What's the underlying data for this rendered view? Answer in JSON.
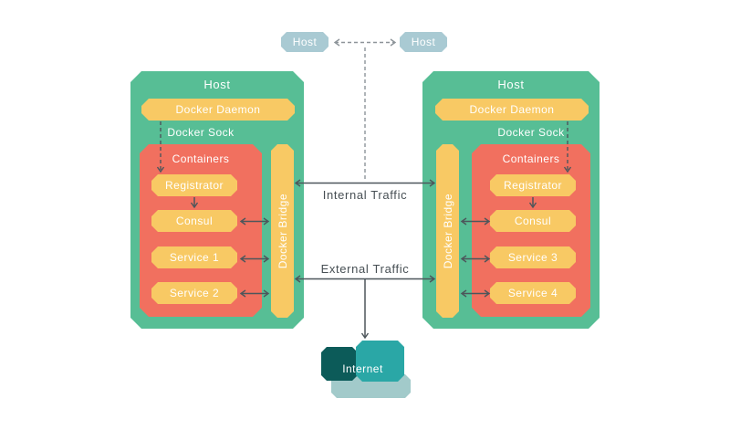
{
  "colors": {
    "host_green": "#57BE95",
    "bar_yellow": "#F8C964",
    "containers_red": "#F1705F",
    "top_host_blue": "#A9CAD3",
    "internet_dark_teal": "#0C5B59",
    "internet_mid_teal": "#2AA7A6",
    "internet_pale_teal": "#A2CACA",
    "line_dark": "#4D565B",
    "line_gray": "#8D9499",
    "label_text": "#474F54"
  },
  "top_hosts": {
    "left": "Host",
    "right": "Host"
  },
  "hosts": {
    "left": {
      "title": "Host",
      "daemon": "Docker Daemon",
      "sock": "Docker Sock",
      "containers": "Containers",
      "bridge": "Docker Bridge",
      "items": [
        "Registrator",
        "Consul",
        "Service 1",
        "Service 2"
      ]
    },
    "right": {
      "title": "Host",
      "daemon": "Docker Daemon",
      "sock": "Docker Sock",
      "containers": "Containers",
      "bridge": "Docker Bridge",
      "items": [
        "Registrator",
        "Consul",
        "Service 3",
        "Service 4"
      ]
    }
  },
  "traffic": {
    "internal": "Internal Traffic",
    "external": "External Traffic"
  },
  "internet": {
    "label": "Internet"
  }
}
